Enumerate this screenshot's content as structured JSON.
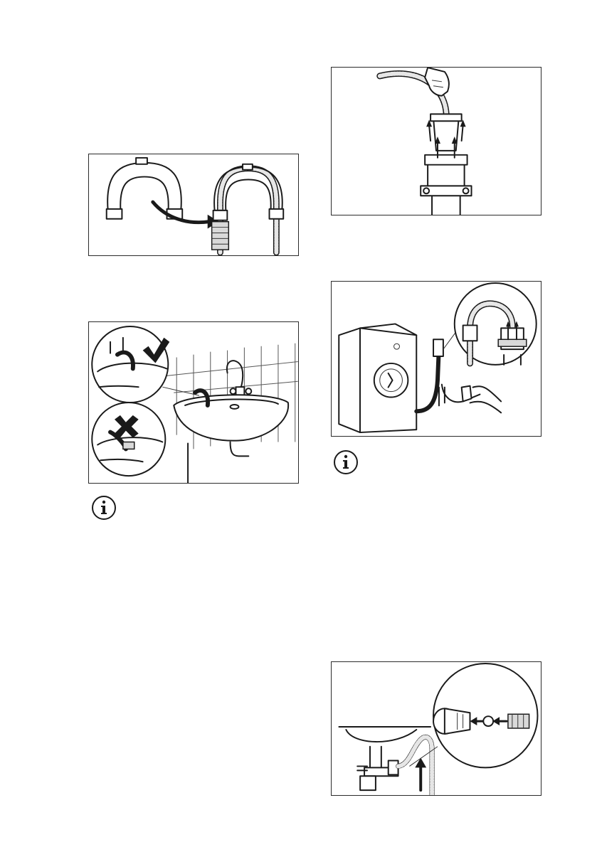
{
  "figures": [
    {
      "id": "hose-guide",
      "icon": "u-hose-guide-icon"
    },
    {
      "id": "standpipe",
      "icon": "standpipe-icon"
    },
    {
      "id": "washer-connection",
      "icon": "washing-machine-icon"
    },
    {
      "id": "sink-placement",
      "icon": "sink-icon"
    },
    {
      "id": "siphon-connection",
      "icon": "siphon-icon"
    }
  ],
  "notes": [
    {
      "id": "info-note-1",
      "icon": "info-icon"
    },
    {
      "id": "info-note-2",
      "icon": "info-icon"
    }
  ],
  "colors": {
    "line": "#1a1a1a",
    "border": "#2b2b2b",
    "background": "#ffffff"
  }
}
